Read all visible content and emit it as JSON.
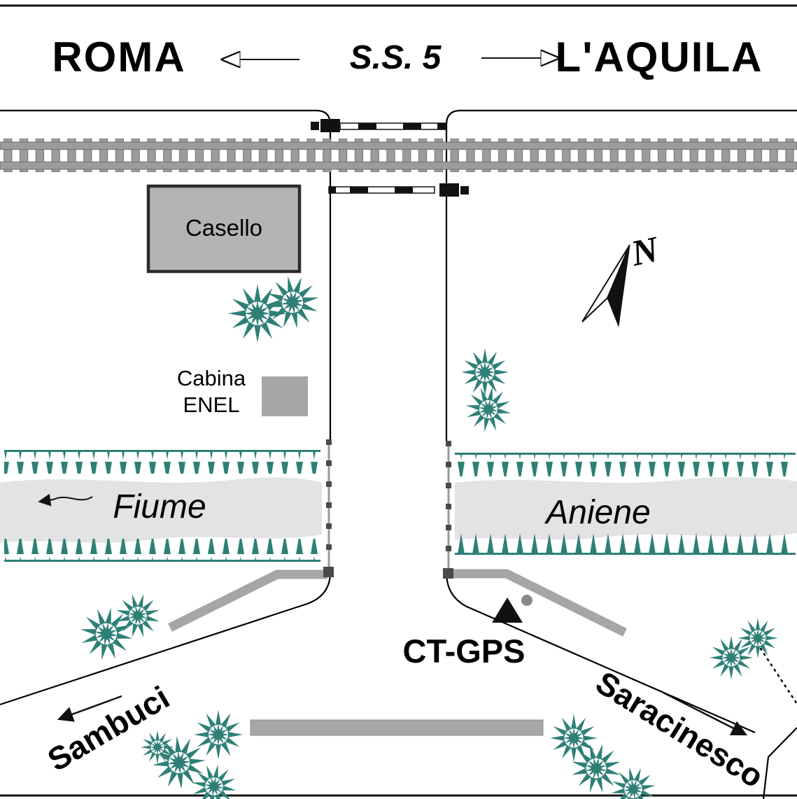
{
  "map": {
    "header": {
      "left_city": "ROMA",
      "road_name": "S.S. 5",
      "right_city": "L'AQUILA"
    },
    "labels": {
      "toll_house": "Casello",
      "enel_cabin_line1": "Cabina",
      "enel_cabin_line2": "ENEL",
      "river_word": "Fiume",
      "river_name": "Aniene",
      "gps_station": "CT-GPS",
      "town_southwest": "Sambuci",
      "town_southeast": "Saracinesco",
      "north_letter": "N"
    },
    "icons": {
      "compass": "north-arrow-icon",
      "gps_marker": "triangle-marker-icon",
      "vegetation": "bush-icon",
      "flow": "river-flow-arrow-icon",
      "crossing_gate": "level-crossing-gate-icon"
    },
    "colors": {
      "vegetation": "#2E8077",
      "water": "#E3E3E3",
      "building": "#B4B4B4",
      "track": "#9C9C9C",
      "gravel": "#A6A6A6",
      "ink": "#000000"
    }
  }
}
